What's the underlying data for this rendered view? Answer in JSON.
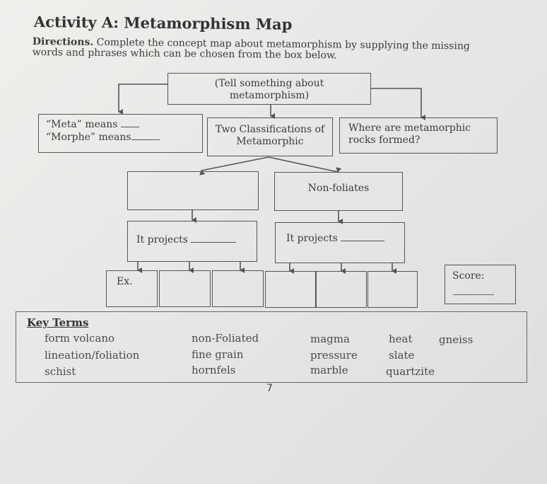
{
  "title": "Activity A: Metamorphism Map",
  "directions": {
    "label": "Directions.",
    "text": " Complete the concept map about metamorphism by supplying the missing words and phrases which can be chosen from the box below."
  },
  "map": {
    "top_box": "(Tell something about metamorphism)",
    "meta_line": "“Meta” means",
    "morphe_line": "“Morphe” means",
    "classifications": "Two Classifications of Metamorphic",
    "where_formed": "Where are metamorphic rocks formed?",
    "left_class": "",
    "right_class": "Non-foliates",
    "left_projects": "It projects",
    "right_projects": "It projects",
    "example_label": "Ex.",
    "score_label": "Score:"
  },
  "key_terms": {
    "title": "Key Terms",
    "col1": [
      "form volcano",
      "lineation/foliation",
      "schist"
    ],
    "col2": [
      "non-Foliated",
      "fine grain",
      "hornfels"
    ],
    "col3": [
      "magma",
      "pressure",
      "marble"
    ],
    "col4": [
      "heat",
      "slate",
      "quartzite"
    ],
    "col5": [
      "gneiss"
    ]
  },
  "page_number": "7"
}
